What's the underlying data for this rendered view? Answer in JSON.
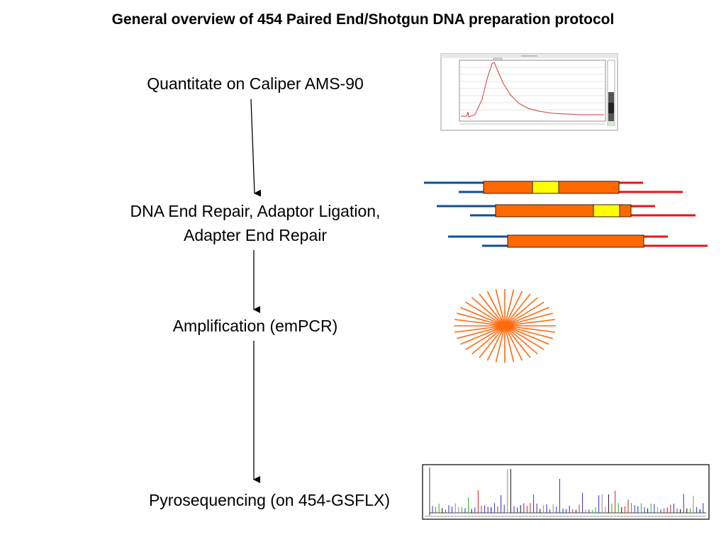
{
  "title": "General overview of 454 Paired End/Shotgun DNA preparation protocol",
  "steps": [
    {
      "label": "Quantitate on Caliper AMS-90"
    },
    {
      "label": "DNA End Repair, Adaptor Ligation,\nAdapter End Repair"
    },
    {
      "label": "Amplification (emPCR)"
    },
    {
      "label": "Pyrosequencing (on 454-GSFLX)"
    }
  ],
  "colors": {
    "adaptor_blue": "#0d4f94",
    "adaptor_red": "#e4151a",
    "insert_orange": "#ff6a00",
    "barcode_yellow": "#ffff00",
    "bead_orange": "#ff6a0f",
    "trace_red": "#d23b3b"
  },
  "icons": [
    "electropherogram-thumbnail",
    "dna-fragment-library",
    "emPCR-bead",
    "pyrogram-thumbnail"
  ]
}
